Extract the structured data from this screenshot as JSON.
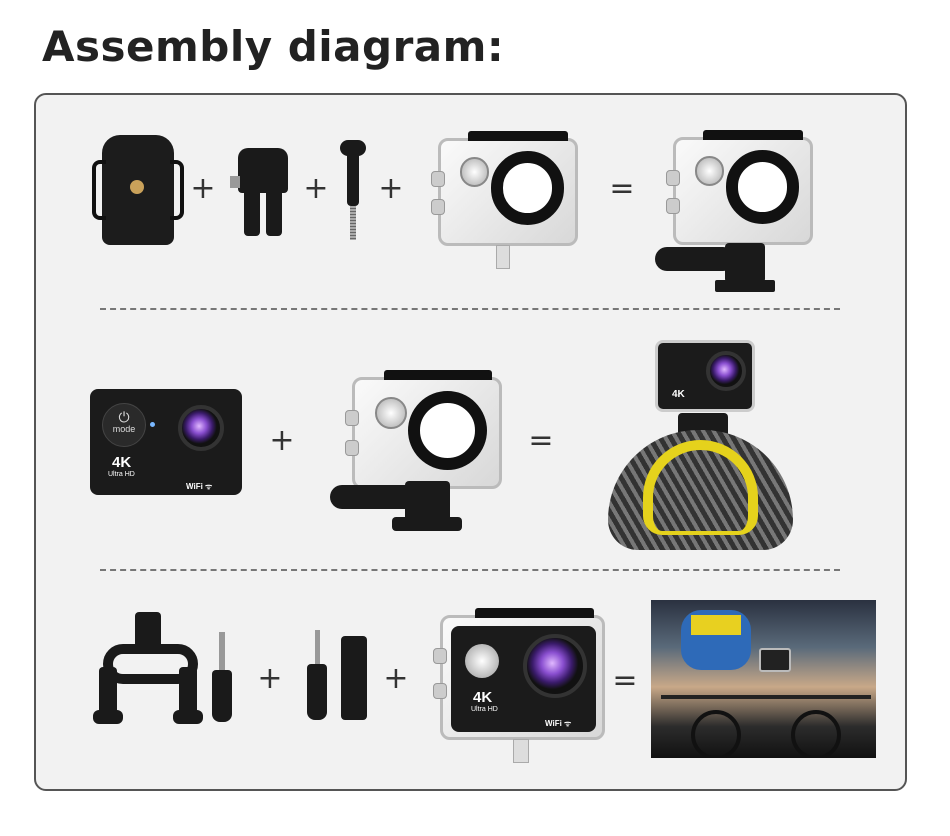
{
  "title": "Assembly diagram:",
  "operators": {
    "plus": "+",
    "equals": "="
  },
  "camera": {
    "mode_label": "mode",
    "resolution": "4K",
    "resolution_sub": "Ultra HD",
    "wifi_label": "WiFi ᯤ"
  }
}
